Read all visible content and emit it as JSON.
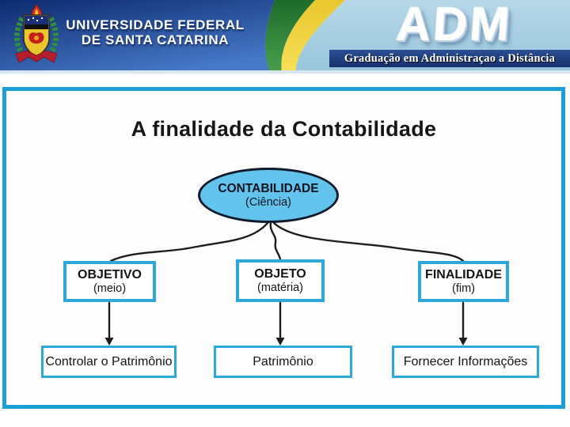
{
  "header": {
    "university_name_line1": "UNIVERSIDADE FEDERAL",
    "university_name_line2": "DE SANTA CATARINA",
    "program_acronym": "ADM",
    "program_subtitle": "Graduação em Administraçao a Distância"
  },
  "slide": {
    "title": "A  finalidade da Contabilidade",
    "diagram": {
      "root": {
        "label": "CONTABILIDADE",
        "sublabel": "(Ciência)"
      },
      "branches": [
        {
          "label": "OBJETIVO",
          "sublabel": "(meio)",
          "outcome": "Controlar o Patrimônio"
        },
        {
          "label": "OBJETO",
          "sublabel": "(matéria)",
          "outcome": "Patrimônio"
        },
        {
          "label": "FINALIDADE",
          "sublabel": "(fim)",
          "outcome": "Fornecer Informações"
        }
      ]
    }
  },
  "colors": {
    "frame_border": "#1c9ed6",
    "box_border": "#2ea7d9",
    "ellipse_fill": "#62c4ec",
    "ellipse_border": "#101c2e",
    "header_navy": "#12307c",
    "header_light_blue": "#a9cfe0",
    "swoosh_green": "#2e7d33",
    "swoosh_yellow": "#f2d23a",
    "subtitle_band": "#1d3c7d"
  }
}
